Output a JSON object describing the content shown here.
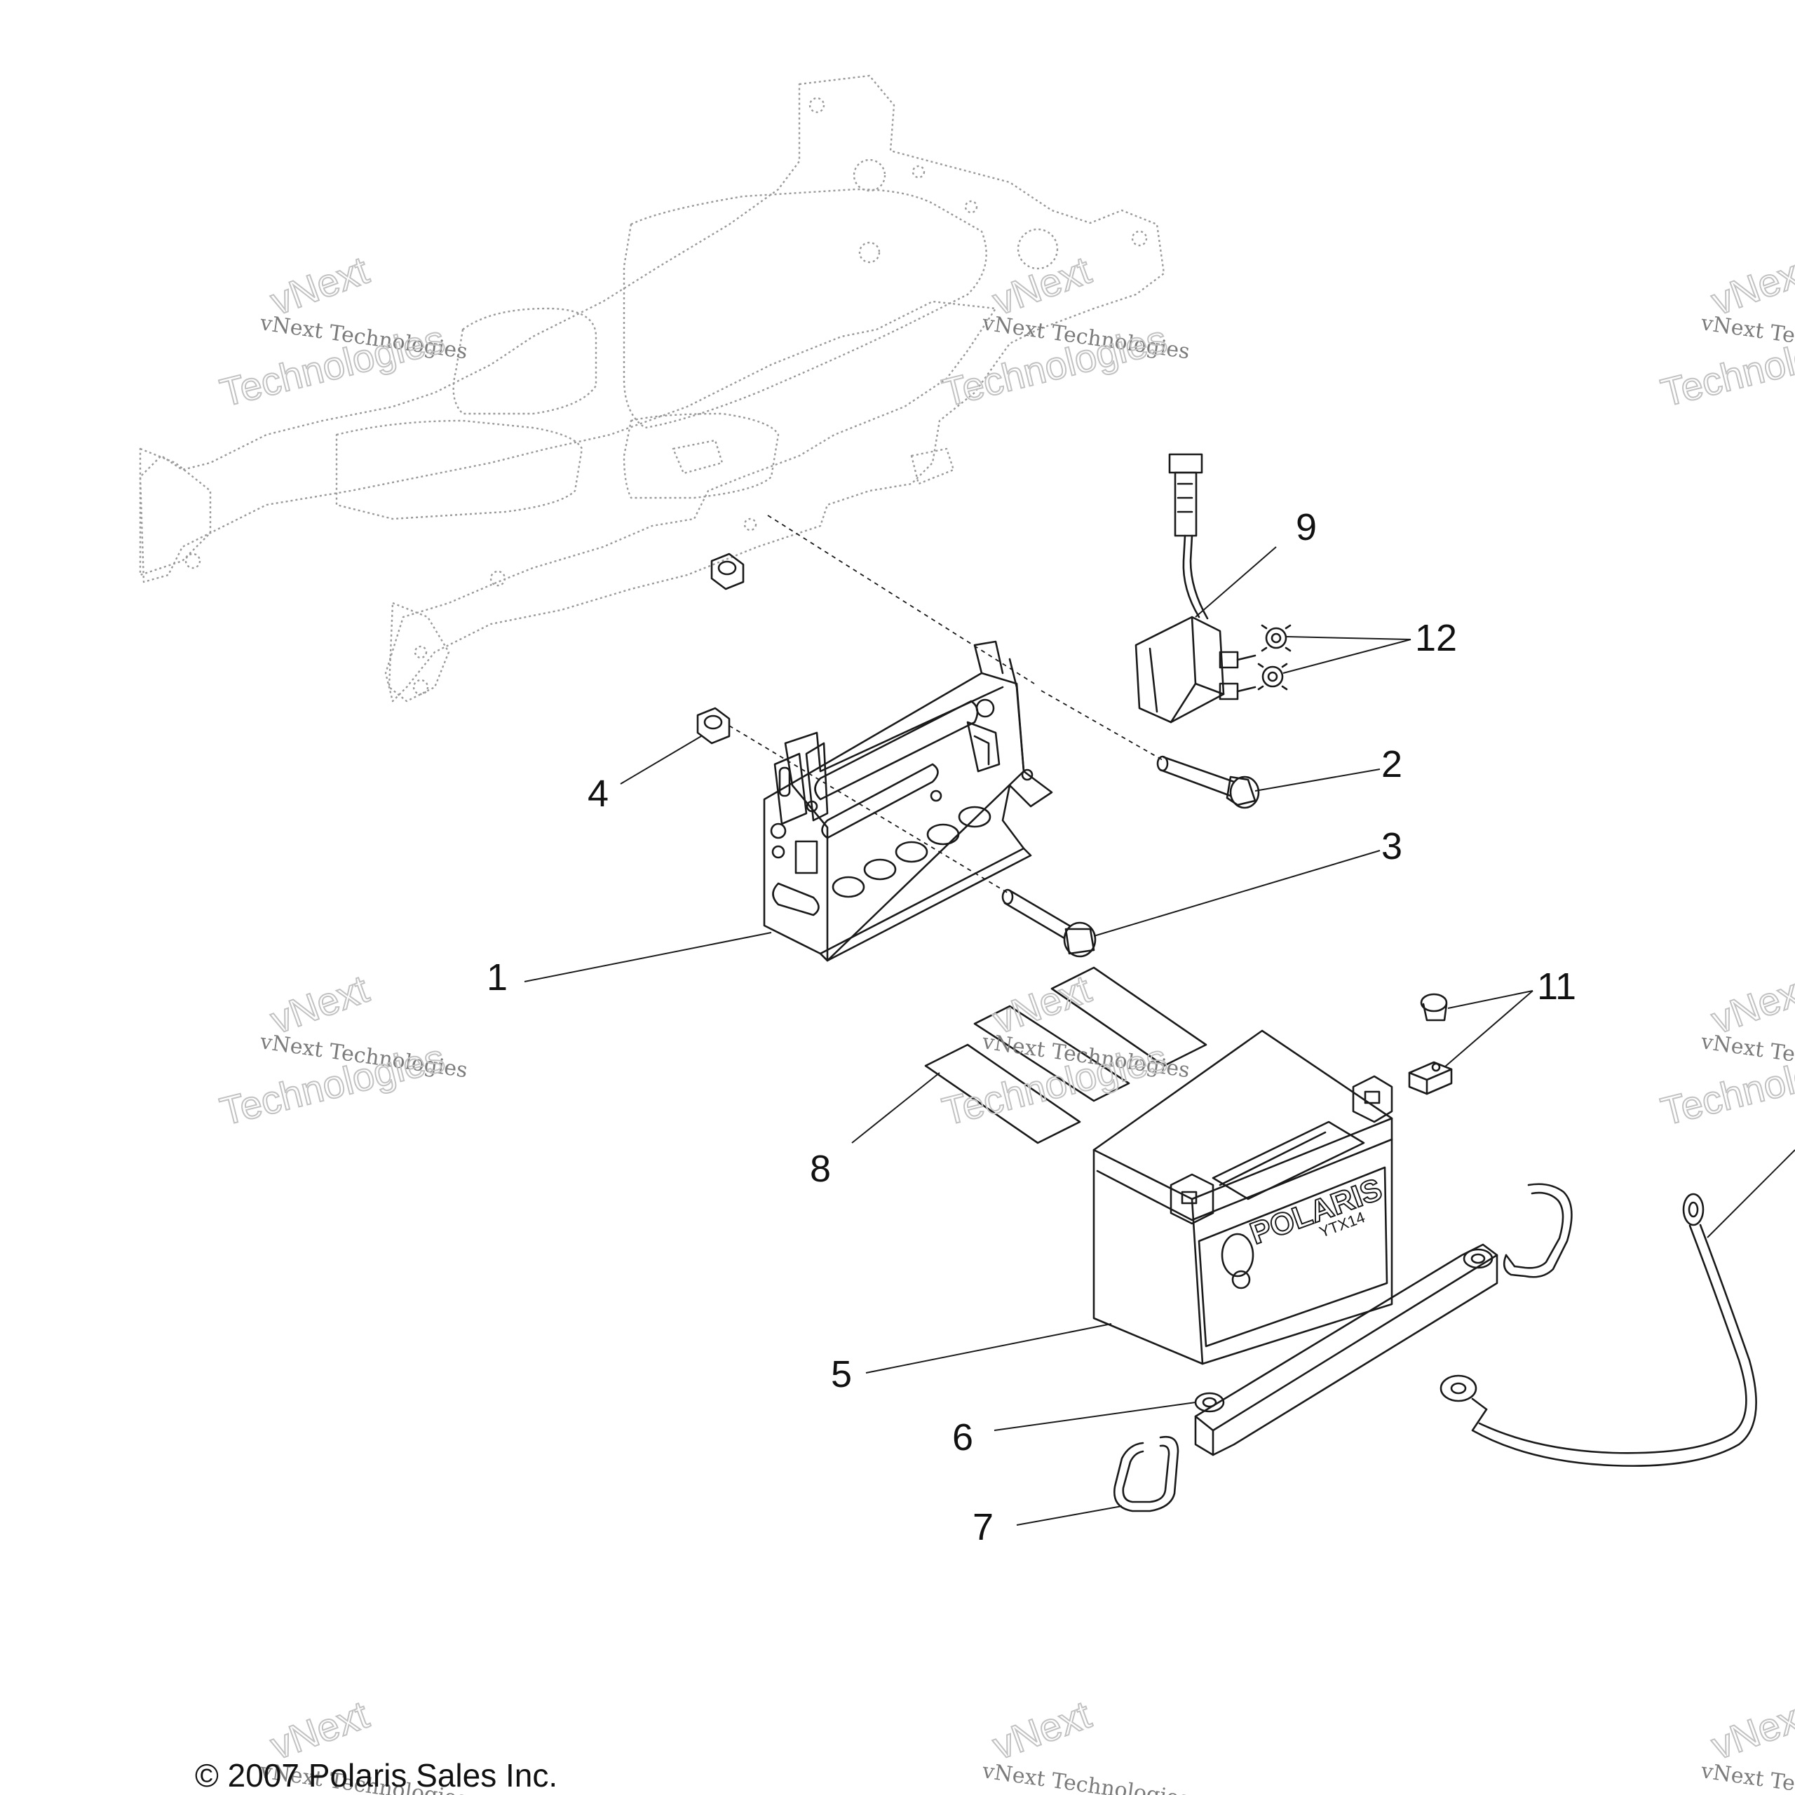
{
  "callouts": {
    "c1": "1",
    "c2": "2",
    "c3": "3",
    "c4": "4",
    "c5": "5",
    "c6": "6",
    "c7": "7",
    "c8": "8",
    "c9": "9",
    "c11": "11",
    "c12": "12"
  },
  "watermark": {
    "line1": "vNext Technologies",
    "big1": "vNext",
    "big2": "Technologies"
  },
  "battery": {
    "brand": "POLARIS",
    "model": "YTX14"
  },
  "footer": {
    "copyright": "© 2007 Polaris Sales Inc."
  }
}
